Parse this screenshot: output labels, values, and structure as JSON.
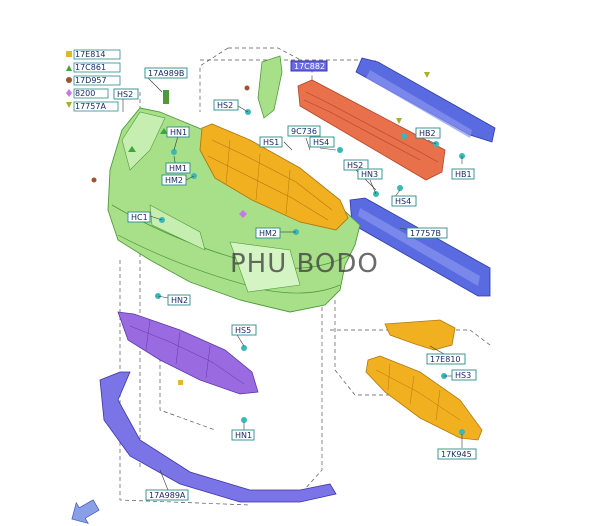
{
  "legend": [
    {
      "code": "17E814",
      "symbol": "square",
      "color": "#e8b52a"
    },
    {
      "code": "17C861",
      "symbol": "triangle",
      "color": "#3aa83a"
    },
    {
      "code": "17D957",
      "symbol": "circle",
      "color": "#a0522d"
    },
    {
      "code": "8200",
      "symbol": "diamond",
      "color": "#c878e6"
    },
    {
      "code": "17757A",
      "symbol": "triangle-down",
      "color": "#a8b02a"
    }
  ],
  "parts": {
    "hs2_top": "HS2",
    "p17a989b": "17A989B",
    "p17c882": "17C882",
    "hs2_mid": "HS2",
    "hn1_top": "HN1",
    "hs1": "HS1",
    "p9c736": "9C736",
    "hs4_top": "HS4",
    "hb2": "HB2",
    "hm1": "HM1",
    "hm2_top": "HM2",
    "hs2_right": "HS2",
    "hn3": "HN3",
    "hb1": "HB1",
    "hs4_right": "HS4",
    "hc1": "HC1",
    "hm2_mid": "HM2",
    "p17757b": "17757B",
    "hn2": "HN2",
    "hs5": "HS5",
    "p17e810": "17E810",
    "hs3": "HS3",
    "hn1_bottom": "HN1",
    "p17k945": "17K945",
    "p17a989a": "17A989A"
  },
  "watermark": "PHU BODO",
  "colors": {
    "bumper": "#a8e08a",
    "grille": "#f0b020",
    "reinforcement": "#e8704a",
    "beam": "#5a6ae0",
    "deflector": "#9a6ae0",
    "label_border": "#2a8a8a",
    "clip": "#3ab8b8"
  },
  "icons": {
    "nav": "arrow-icon"
  }
}
